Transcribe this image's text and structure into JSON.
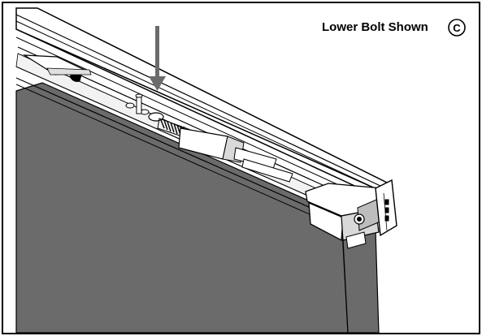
{
  "caption": {
    "label": "Lower Bolt Shown",
    "badge": "C"
  },
  "colors": {
    "fabric": "#6b6b6b",
    "line": "#000000",
    "background": "#ffffff",
    "light_gray": "#d9d9d9",
    "mid_gray": "#bdbdbd"
  },
  "icons": [
    "down-arrow-icon",
    "circled-letter-badge"
  ]
}
